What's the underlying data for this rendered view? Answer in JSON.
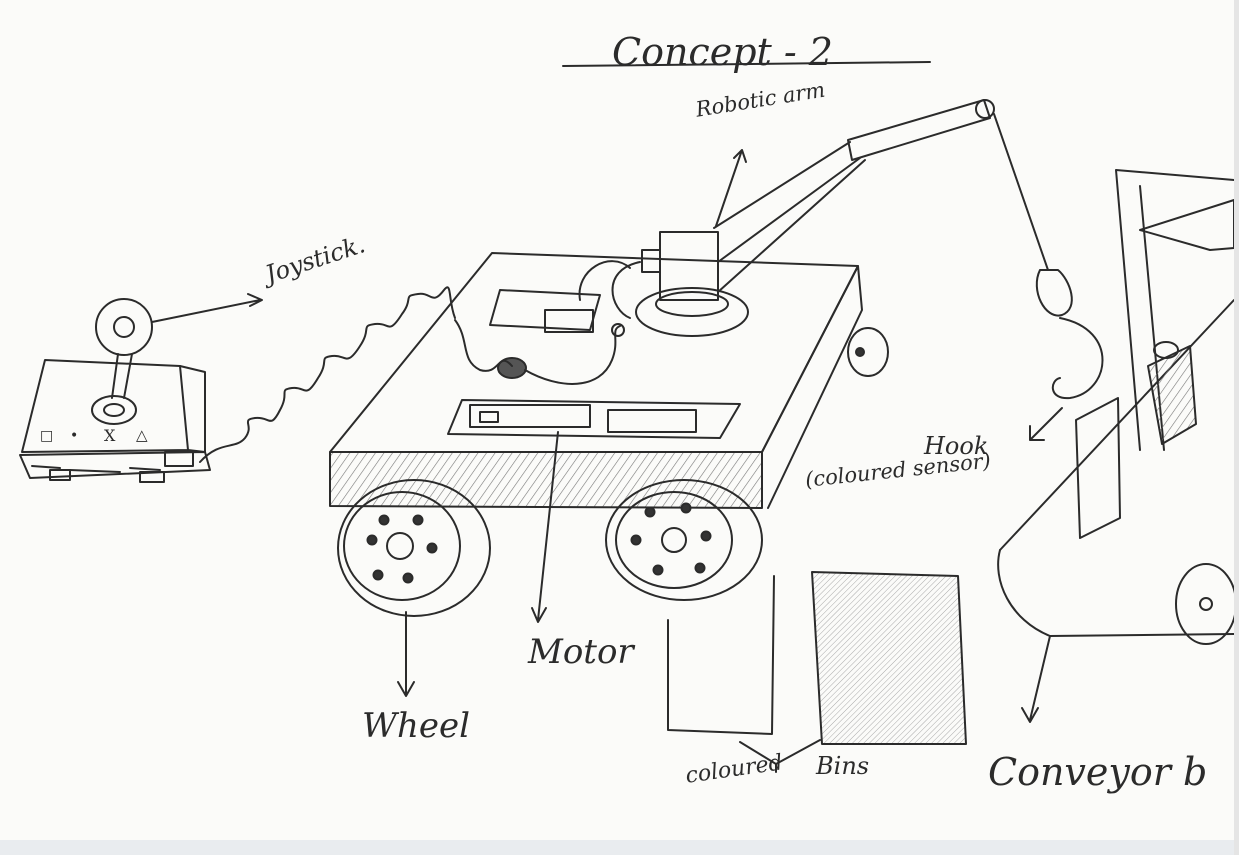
{
  "colors": {
    "ink": "#2b2b2b",
    "paper": "#fbfbf9"
  },
  "labels": {
    "title": "Concept - 2",
    "robotic_arm": "Robotic arm",
    "joystick": "Joystick.",
    "hook": "Hook",
    "hook_sub": "(coloured sensor)",
    "motor": "Motor",
    "wheel": "Wheel",
    "coloured": "coloured",
    "bins": "Bins",
    "conveyor": "Conveyor b"
  },
  "joystick_buttons": [
    "□",
    "•",
    "X",
    "△"
  ]
}
